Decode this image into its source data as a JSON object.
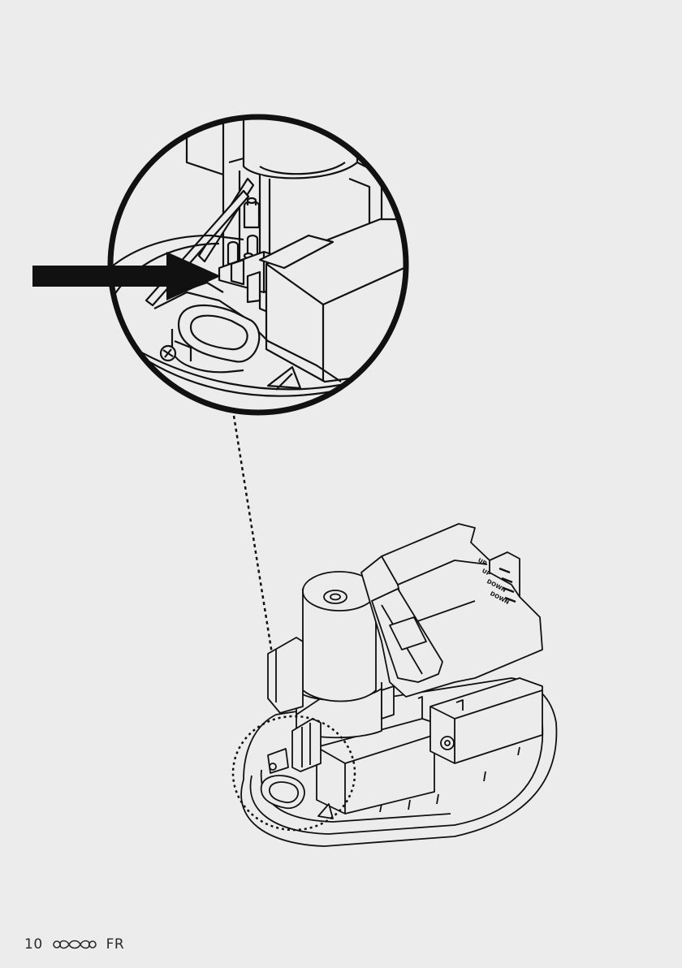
{
  "page": {
    "number": "10",
    "language": "FR",
    "logo_icon": "brand-loop-logo-icon"
  },
  "switch_labels": [
    "UP",
    "UP",
    "DOWN",
    "DOWN"
  ],
  "illustration": {
    "detail_icon": "magnified-detail-circle",
    "pointer_icon": "black-arrow-icon",
    "callout_icon": "dotted-callout-circle"
  },
  "colors": {
    "background": "#ececec",
    "ink": "#111111",
    "footer_text": "#2a2a2a"
  }
}
